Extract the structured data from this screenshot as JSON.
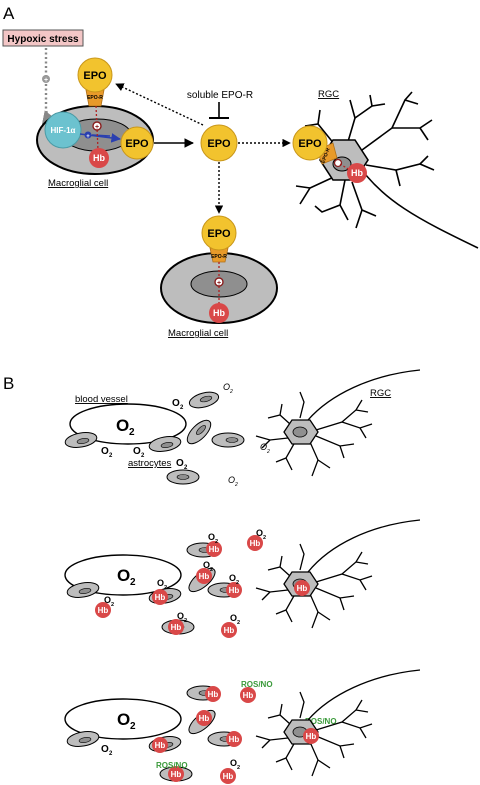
{
  "panels": {
    "a": "A",
    "b": "B"
  },
  "colors": {
    "epo_fill": "#f2c32e",
    "epo_stroke": "#c8961a",
    "receptor": "#e89a2a",
    "hb_fill": "#d94848",
    "hif_fill": "#6cc2cf",
    "stress_fill": "#f3c6c6",
    "cell_gray": "#bdbdbd",
    "nucleus_gray": "#8f8f8f",
    "ros_green": "#3a9a3a"
  },
  "panel_a": {
    "hypoxic_stress": "Hypoxic stress",
    "hif": "HIF-1α",
    "epo": "EPO",
    "epo_r": "EPO-R",
    "hb": "Hb",
    "soluble": "soluble EPO-R",
    "rgc": "RGC",
    "macroglial1": "Macroglial cell",
    "macroglial2": "Macroglial cell"
  },
  "panel_b": {
    "blood_vessel": "blood vessel",
    "astrocytes": "astrocytes",
    "rgc": "RGC",
    "o2_main": "O",
    "o2_sub": "2",
    "o2_small": "O",
    "hb": "Hb",
    "ros_no": "ROS/NO"
  }
}
